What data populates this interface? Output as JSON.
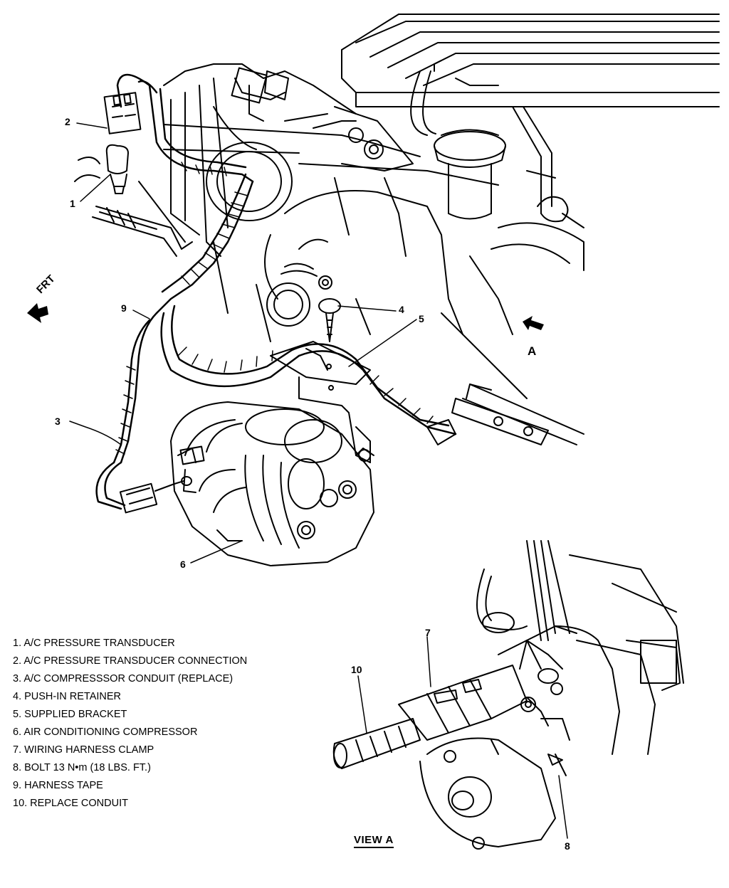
{
  "callouts": {
    "c1": "1",
    "c2": "2",
    "c3": "3",
    "c4": "4",
    "c5": "5",
    "c6": "6",
    "c7": "7",
    "c8": "8",
    "c9": "9",
    "c10": "10"
  },
  "legend": [
    "1.  A/C PRESSURE TRANSDUCER",
    "2.  A/C PRESSURE TRANSDUCER CONNECTION",
    "3.  A/C COMPRESSSOR CONDUIT (REPLACE)",
    "4.  PUSH-IN RETAINER",
    "5.  SUPPLIED BRACKET",
    "6.  AIR CONDITIONING COMPRESSOR",
    "7.  WIRING HARNESS CLAMP",
    "8.  BOLT 13 N•m (18 LBS. FT.)",
    "9.  HARNESS TAPE",
    "10.  REPLACE CONDUIT"
  ],
  "view_title": "VIEW A",
  "view_arrow_label": "A",
  "front_label": "FRT",
  "colors": {
    "ink": "#000000",
    "paper": "#ffffff"
  }
}
